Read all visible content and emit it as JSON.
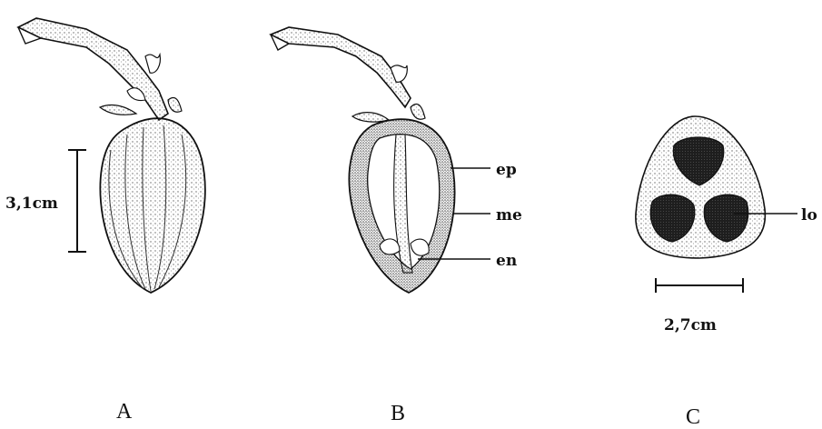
{
  "panels": {
    "a": {
      "label": "A",
      "scale": "3,1cm"
    },
    "b": {
      "label": "B",
      "ep": "ep",
      "me": "me",
      "en": "en"
    },
    "c": {
      "label": "C",
      "scale": "2,7cm",
      "lo": "lo"
    }
  },
  "colors": {
    "ink": "#111111",
    "seed": "#1e1e1e",
    "stipple": "#555555"
  }
}
